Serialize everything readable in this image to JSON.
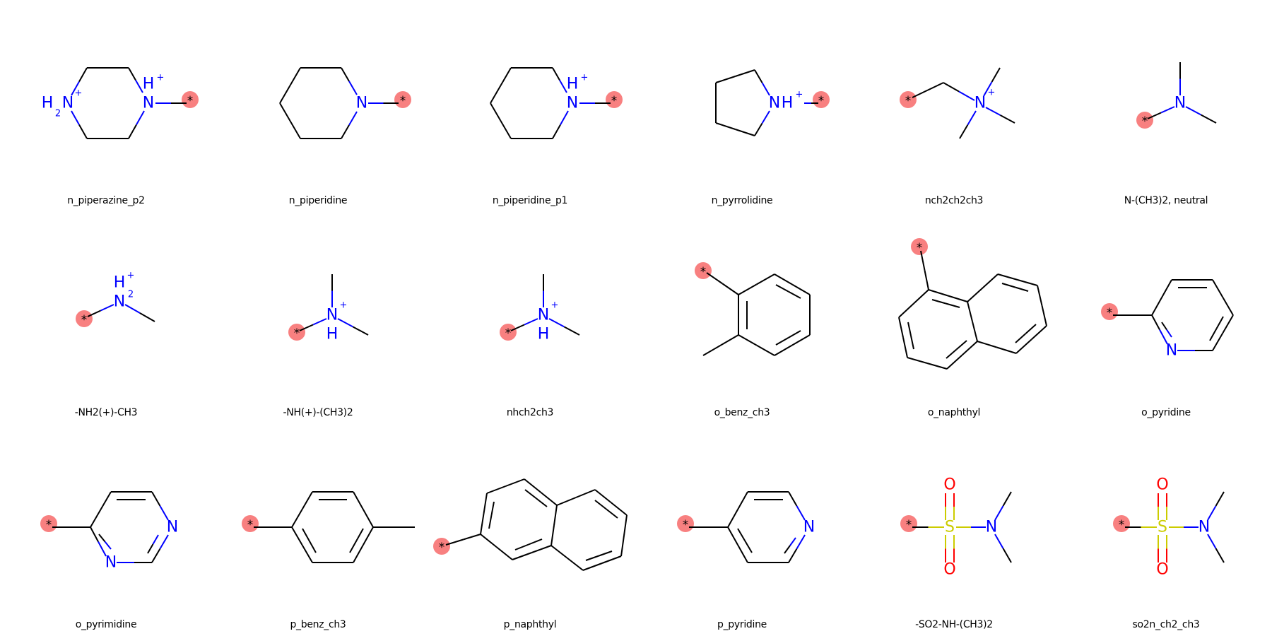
{
  "attachment_point_label": "*",
  "colors": {
    "bond": "#000000",
    "nitrogen": "#0000FF",
    "oxygen": "#FF0000",
    "sulfur": "#CCCC00",
    "attachment_highlight": "#F88080"
  },
  "molecules": [
    {
      "legend": "n_piperazine_p2",
      "atom_labels": [
        "H",
        "2",
        "N",
        "+",
        "N",
        "H",
        "+"
      ]
    },
    {
      "legend": "n_piperidine",
      "atom_labels": [
        "N"
      ]
    },
    {
      "legend": "n_piperidine_p1",
      "atom_labels": [
        "N",
        "H",
        "+"
      ]
    },
    {
      "legend": "n_pyrrolidine",
      "atom_labels": [
        "N",
        "H",
        "+"
      ]
    },
    {
      "legend": "nch2ch2ch3",
      "atom_labels": [
        "N",
        "+"
      ]
    },
    {
      "legend": "N-(CH3)2, neutral",
      "atom_labels": [
        "N"
      ]
    },
    {
      "legend": "-NH2(+)-CH3",
      "atom_labels": [
        "N",
        "H",
        "+",
        "2"
      ]
    },
    {
      "legend": "-NH(+)-(CH3)2",
      "atom_labels": [
        "N",
        "+",
        "H"
      ]
    },
    {
      "legend": "nhch2ch3",
      "atom_labels": [
        "N",
        "+",
        "H"
      ]
    },
    {
      "legend": "o_benz_ch3",
      "atom_labels": []
    },
    {
      "legend": "o_naphthyl",
      "atom_labels": []
    },
    {
      "legend": "o_pyridine",
      "atom_labels": [
        "N"
      ]
    },
    {
      "legend": "o_pyrimidine",
      "atom_labels": [
        "N",
        "N"
      ]
    },
    {
      "legend": "p_benz_ch3",
      "atom_labels": []
    },
    {
      "legend": "p_naphthyl",
      "atom_labels": []
    },
    {
      "legend": "p_pyridine",
      "atom_labels": [
        "N"
      ]
    },
    {
      "legend": "-SO2-NH-(CH3)2",
      "atom_labels": [
        "S",
        "N",
        "O",
        "O"
      ]
    },
    {
      "legend": "so2n_ch2_ch3",
      "atom_labels": [
        "S",
        "N",
        "O",
        "O"
      ]
    }
  ]
}
